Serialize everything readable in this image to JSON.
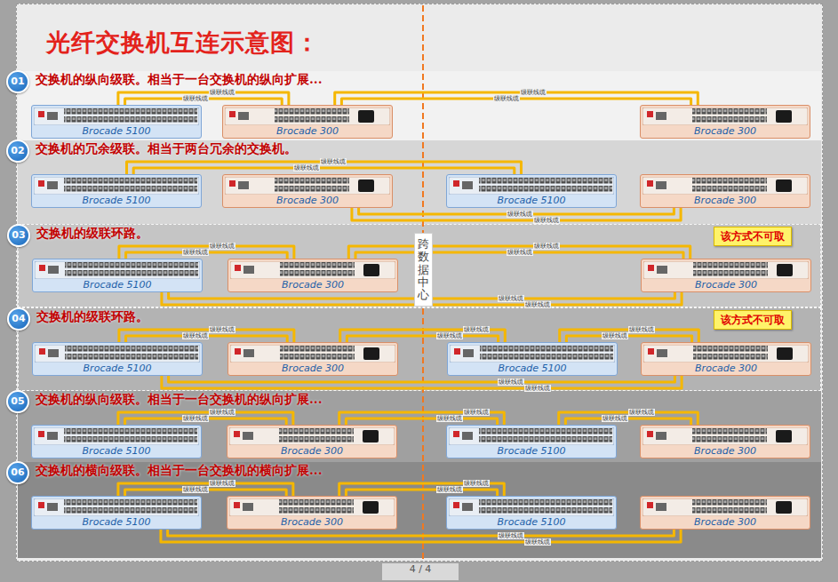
{
  "diagram": {
    "title": "光纤交换机互连示意图：",
    "nodes": [
      {
        "text": [
          "交换机的纵向级联。相当于一台交换机的纵向扩展..."
        ]
      },
      {
        "text": [
          "01"
        ],
        "in": 0
      },
      {
        "text": [
          "Brocade 5100"
        ],
        "in": 0
      },
      {
        "text": [
          "Brocade 300"
        ],
        "in": 0
      },
      {
        "text": [
          "Brocade 300"
        ],
        "in": 0
      },
      {
        "text": [
          "交换机的冗余级联。相当于两台冗余的交换机。"
        ]
      },
      {
        "text": [
          "02"
        ],
        "in": 5
      },
      {
        "text": [
          "Brocade 5100"
        ],
        "in": 5
      },
      {
        "text": [
          "Brocade 300"
        ],
        "in": 5
      },
      {
        "text": [
          "Brocade 5100"
        ],
        "in": 5
      },
      {
        "text": [
          "Brocade 300"
        ],
        "in": 5
      },
      {
        "text": [
          "交换机的级联环路。"
        ]
      },
      {
        "text": [
          "03"
        ],
        "in": 11
      },
      {
        "text": [
          "该方式不可取"
        ],
        "in": 11
      },
      {
        "text": [
          "Brocade 5100"
        ],
        "in": 11
      },
      {
        "text": [
          "Brocade 300"
        ],
        "in": 11
      },
      {
        "text": [
          "Brocade 300"
        ],
        "in": 11
      },
      {
        "text": [
          "交换机的级联环路。"
        ]
      },
      {
        "text": [
          "04"
        ],
        "in": 17
      },
      {
        "text": [
          "该方式不可取"
        ],
        "in": 17
      },
      {
        "text": [
          "Brocade 5100"
        ],
        "in": 17
      },
      {
        "text": [
          "Brocade 300"
        ],
        "in": 17
      },
      {
        "text": [
          "Brocade 5100"
        ],
        "in": 17
      },
      {
        "text": [
          "Brocade 300"
        ],
        "in": 17
      },
      {
        "text": [
          "交换机的纵向级联。相当于一台交换机的纵向扩展..."
        ]
      },
      {
        "text": [
          "05"
        ],
        "in": 24
      },
      {
        "text": [
          "Brocade 5100"
        ],
        "in": 24
      },
      {
        "text": [
          "Brocade 300"
        ],
        "in": 24
      },
      {
        "text": [
          "Brocade 5100"
        ],
        "in": 24
      },
      {
        "text": [
          "Brocade 300"
        ],
        "in": 24
      },
      {
        "text": [
          "交换机的横向级联。相当于一台交换机的横向扩展..."
        ]
      },
      {
        "text": [
          "06"
        ],
        "in": 30
      },
      {
        "text": [
          "Brocade 5100"
        ],
        "in": 30
      },
      {
        "text": [
          "Brocade 300"
        ],
        "in": 30
      },
      {
        "text": [
          "Brocade 5100"
        ],
        "in": 30
      },
      {
        "text": [
          "Brocade 300"
        ],
        "in": 30
      }
    ],
    "edges": [
      {
        "from": 2,
        "to": 3,
        "arrow": "none",
        "label": "级联线缆"
      },
      {
        "from": 2,
        "to": 3,
        "arrow": "none",
        "label": "级联线缆"
      },
      {
        "from": 3,
        "to": 4,
        "arrow": "none",
        "label": "级联线缆"
      },
      {
        "from": 3,
        "to": 4,
        "arrow": "none",
        "label": "级联线缆"
      },
      {
        "from": 7,
        "to": 9,
        "arrow": "none",
        "label": "级联线缆"
      },
      {
        "from": 7,
        "to": 9,
        "arrow": "none",
        "label": "级联线缆"
      },
      {
        "from": 8,
        "to": 10,
        "arrow": "none",
        "label": "级联线缆"
      },
      {
        "from": 8,
        "to": 10,
        "arrow": "none",
        "label": "级联线缆"
      },
      {
        "from": 14,
        "to": 15,
        "arrow": "none",
        "label": "级联线缆"
      },
      {
        "from": 14,
        "to": 15,
        "arrow": "none",
        "label": "级联线缆"
      },
      {
        "from": 15,
        "to": 16,
        "arrow": "none",
        "label": "级联线缆"
      },
      {
        "from": 15,
        "to": 16,
        "arrow": "none",
        "label": "级联线缆"
      },
      {
        "from": 14,
        "to": 16,
        "arrow": "none",
        "label": "级联线缆"
      },
      {
        "from": 14,
        "to": 16,
        "arrow": "none",
        "label": "级联线缆"
      },
      {
        "from": 20,
        "to": 21,
        "arrow": "none",
        "label": "级联线缆"
      },
      {
        "from": 20,
        "to": 21,
        "arrow": "none",
        "label": "级联线缆"
      },
      {
        "from": 21,
        "to": 22,
        "arrow": "none",
        "label": "级联线缆"
      },
      {
        "from": 21,
        "to": 22,
        "arrow": "none",
        "label": "级联线缆"
      },
      {
        "from": 22,
        "to": 23,
        "arrow": "none",
        "label": "级联线缆"
      },
      {
        "from": 22,
        "to": 23,
        "arrow": "none",
        "label": "级联线缆"
      },
      {
        "from": 20,
        "to": 23,
        "arrow": "none",
        "label": "级联线缆"
      },
      {
        "from": 20,
        "to": 23,
        "arrow": "none",
        "label": "级联线缆"
      },
      {
        "from": 26,
        "to": 27,
        "arrow": "none",
        "label": "级联线缆"
      },
      {
        "from": 26,
        "to": 27,
        "arrow": "none",
        "label": "级联线缆"
      },
      {
        "from": 27,
        "to": 28,
        "arrow": "none",
        "label": "级联线缆"
      },
      {
        "from": 27,
        "to": 28,
        "arrow": "none",
        "label": "级联线缆"
      },
      {
        "from": 28,
        "to": 29,
        "arrow": "none",
        "label": "级联线缆"
      },
      {
        "from": 28,
        "to": 29,
        "arrow": "none",
        "label": "级联线缆"
      },
      {
        "from": 32,
        "to": 33,
        "arrow": "none",
        "label": "级联线缆"
      },
      {
        "from": 32,
        "to": 33,
        "arrow": "none",
        "label": "级联线缆"
      },
      {
        "from": 33,
        "to": 34,
        "arrow": "none",
        "label": "级联线缆"
      },
      {
        "from": 33,
        "to": 34,
        "arrow": "none",
        "label": "级联线缆"
      },
      {
        "from": 32,
        "to": 35,
        "arrow": "none",
        "label": "级联线缆"
      },
      {
        "from": 32,
        "to": 35,
        "arrow": "none",
        "label": "级联线缆"
      }
    ],
    "labels": [
      "跨数据中心",
      "4 / 4"
    ]
  }
}
